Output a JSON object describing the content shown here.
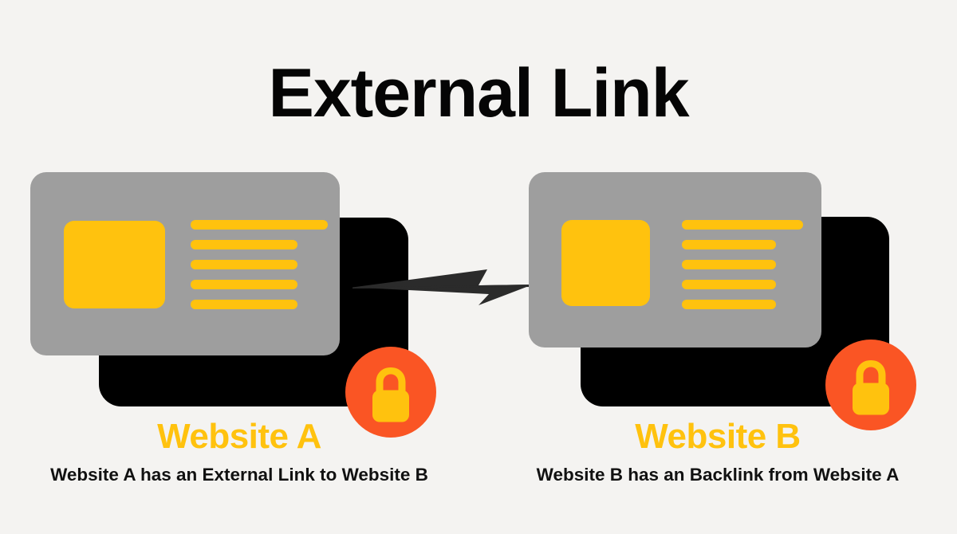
{
  "page": {
    "title": "External Link",
    "background_color": "#f4f3f1"
  },
  "colors": {
    "accent_yellow": "#ffc20e",
    "card_gray": "#9e9e9e",
    "card_black": "#000000",
    "lock_orange": "#fa5524",
    "arrow_dark": "#2b2b2b",
    "text_black": "#050505"
  },
  "left": {
    "icon_name": "website-card-icon",
    "lock_icon": "lock-icon",
    "thumbnail_name": "image-placeholder",
    "text_lines": 5,
    "caption_title": "Website A",
    "caption_sub": "Website A has an External Link to Website B"
  },
  "right": {
    "icon_name": "website-card-icon",
    "lock_icon": "lock-icon",
    "thumbnail_name": "image-placeholder",
    "text_lines": 5,
    "caption_title": "Website B",
    "caption_sub": "Website B has an Backlink from Website A"
  },
  "connector": {
    "icon_name": "arrow-right-icon",
    "direction": "left-to-right",
    "from": "Website A",
    "to": "Website B"
  }
}
